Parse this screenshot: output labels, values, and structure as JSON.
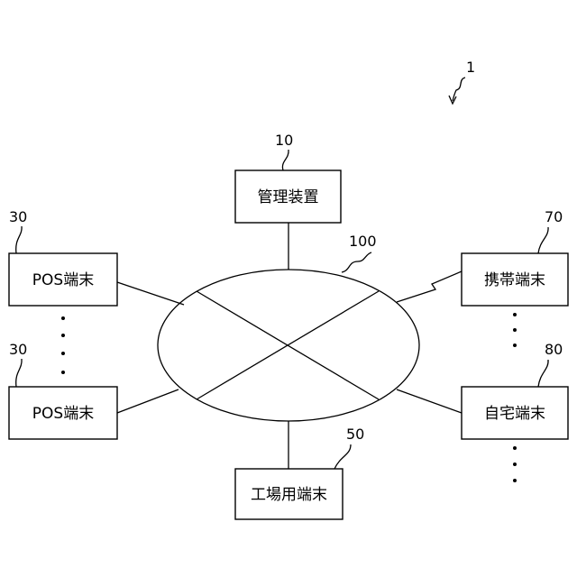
{
  "figure": {
    "ref": "1",
    "network": {
      "ref": "100"
    },
    "nodes": {
      "management": {
        "label": "管理装置",
        "ref": "10"
      },
      "pos_top": {
        "label": "POS端末",
        "ref": "30"
      },
      "pos_bottom": {
        "label": "POS端末",
        "ref": "30"
      },
      "mobile": {
        "label": "携帯端末",
        "ref": "70"
      },
      "home": {
        "label": "自宅端末",
        "ref": "80"
      },
      "factory": {
        "label": "工場用端末",
        "ref": "50"
      }
    }
  }
}
